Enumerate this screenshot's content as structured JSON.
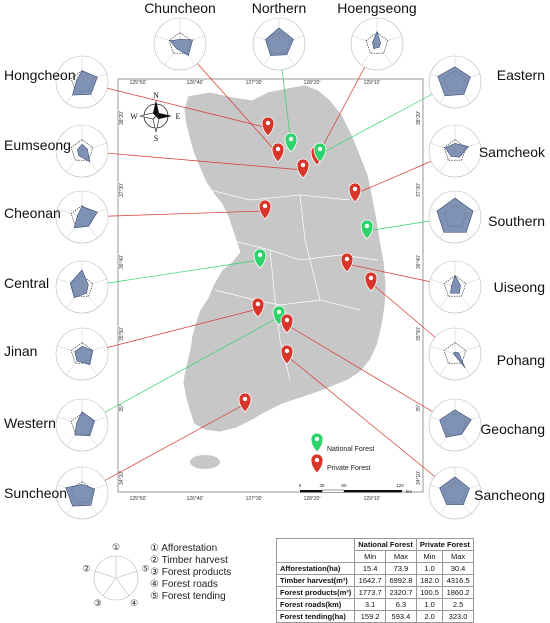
{
  "colors": {
    "national": "#2fd36b",
    "private": "#d9362b",
    "land": "#c7c7c7",
    "radar_fill": "#6b80a8",
    "radar_stroke": "#3a4c74"
  },
  "map": {
    "lon_ticks": [
      "125°50'",
      "126°40'",
      "127°30'",
      "128°20'",
      "129°10'"
    ],
    "lat_ticks": [
      "38°20'",
      "37°30'",
      "36°40'",
      "35°50'",
      "35°",
      "34°10'"
    ],
    "compass": {
      "n": "N",
      "s": "S",
      "e": "E",
      "w": "W"
    },
    "scale_label": [
      "0",
      "30",
      "60",
      "120"
    ],
    "scale_unit": "km",
    "legend": {
      "national": "National Forest",
      "private": "Private Forest"
    }
  },
  "radar_key": {
    "axes": [
      "① Afforestation",
      "② Timber harvest",
      "③ Forest products",
      "④ Forest roads",
      "⑤ Forest tending"
    ],
    "axis_symbols": [
      "①",
      "②",
      "③",
      "④",
      "⑤"
    ]
  },
  "table": {
    "group_headers": [
      "National Forest",
      "Private Forest"
    ],
    "sub_headers": [
      "Min",
      "Max",
      "Min",
      "Max"
    ],
    "rows": [
      {
        "label": "Afforestation(ha)",
        "values": [
          "15.4",
          "73.9",
          "1.0",
          "30.4"
        ]
      },
      {
        "label": "Timber harvest(m³)",
        "values": [
          "1642.7",
          "6992.8",
          "182.0",
          "4316.5"
        ]
      },
      {
        "label": "Forest products(m³)",
        "values": [
          "1773.7",
          "2320.7",
          "100.5",
          "1860.2"
        ]
      },
      {
        "label": "Forest roads(km)",
        "values": [
          "3.1",
          "6.3",
          "1.0",
          "2.5"
        ]
      },
      {
        "label": "Forest tending(ha)",
        "values": [
          "159.2",
          "593.4",
          "2.0",
          "323.0"
        ]
      }
    ]
  },
  "chart_data": {
    "type": "radar",
    "axes": [
      "Afforestation",
      "Timber harvest",
      "Forest products",
      "Forest roads",
      "Forest tending"
    ],
    "scale": "normalized 0-1 per axis",
    "panels": [
      {
        "name": "Chuncheon",
        "group": "private",
        "values": [
          0.25,
          0.55,
          0.3,
          0.75,
          0.7
        ]
      },
      {
        "name": "Northern",
        "group": "national",
        "values": [
          0.85,
          0.75,
          0.75,
          0.7,
          0.8
        ]
      },
      {
        "name": "Hoengseong",
        "group": "private",
        "values": [
          0.65,
          0.25,
          0.3,
          0.2,
          0.2
        ]
      },
      {
        "name": "Hongcheon",
        "group": "private",
        "values": [
          0.6,
          0.3,
          0.85,
          0.8,
          0.85
        ]
      },
      {
        "name": "Eastern",
        "group": "national",
        "values": [
          0.8,
          0.95,
          0.9,
          0.8,
          0.85
        ]
      },
      {
        "name": "Eumseong",
        "group": "private",
        "values": [
          0.35,
          0.25,
          0.3,
          0.7,
          0.3
        ]
      },
      {
        "name": "Samcheok",
        "group": "private",
        "values": [
          0.4,
          0.55,
          0.35,
          0.4,
          0.75
        ]
      },
      {
        "name": "Cheonan",
        "group": "private",
        "values": [
          0.55,
          0.25,
          0.7,
          0.6,
          0.85
        ]
      },
      {
        "name": "Southern",
        "group": "national",
        "values": [
          1.0,
          1.0,
          1.0,
          1.0,
          1.0
        ]
      },
      {
        "name": "Central",
        "group": "national",
        "values": [
          0.9,
          0.65,
          0.7,
          0.4,
          0.35
        ]
      },
      {
        "name": "Uiseong",
        "group": "private",
        "values": [
          0.6,
          0.2,
          0.4,
          0.4,
          0.3
        ]
      },
      {
        "name": "Jinan",
        "group": "private",
        "values": [
          0.4,
          0.4,
          0.45,
          0.7,
          0.6
        ]
      },
      {
        "name": "Pohang",
        "group": "private",
        "values": [
          0.1,
          0.1,
          0.05,
          0.9,
          0.2
        ]
      },
      {
        "name": "Western",
        "group": "national",
        "values": [
          0.7,
          0.3,
          0.65,
          0.7,
          0.7
        ]
      },
      {
        "name": "Geochang",
        "group": "private",
        "values": [
          0.8,
          0.85,
          0.8,
          0.6,
          0.9
        ]
      },
      {
        "name": "Suncheon",
        "group": "private",
        "values": [
          0.45,
          0.9,
          0.85,
          0.8,
          0.7
        ]
      },
      {
        "name": "Sancheong",
        "group": "private",
        "values": [
          0.85,
          0.85,
          0.75,
          0.75,
          0.8
        ]
      }
    ]
  }
}
